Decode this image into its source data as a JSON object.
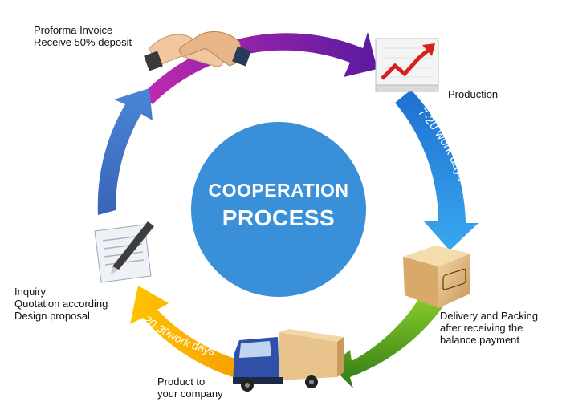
{
  "center": {
    "line1": "COOPERATION",
    "line2": "PROCESS"
  },
  "arrows": {
    "production_duration": "7-20 work days",
    "delivery_duration": "20-30work days"
  },
  "steps": [
    {
      "id": "deposit",
      "lines": [
        "Proforma Invoice",
        "Receive 50% deposit"
      ],
      "icon": "handshake-icon"
    },
    {
      "id": "production",
      "lines": [
        "Production"
      ],
      "icon": "chart-icon"
    },
    {
      "id": "packing",
      "lines": [
        "Delivery and Packing",
        "after receiving the",
        "balance payment"
      ],
      "icon": "box-icon"
    },
    {
      "id": "shipping",
      "lines": [
        "Product to",
        "your company"
      ],
      "icon": "truck-icon"
    },
    {
      "id": "inquiry",
      "lines": [
        "Inquiry",
        "Quotation according",
        "Design proposal"
      ],
      "icon": "document-pen-icon"
    }
  ],
  "colors": {
    "center": "#3a8fd9",
    "purple": "#7a1fa6",
    "blue": "#2f7fd6",
    "green": "#6cb21f",
    "orange": "#f08a00",
    "steel": "#3f6fc0"
  }
}
